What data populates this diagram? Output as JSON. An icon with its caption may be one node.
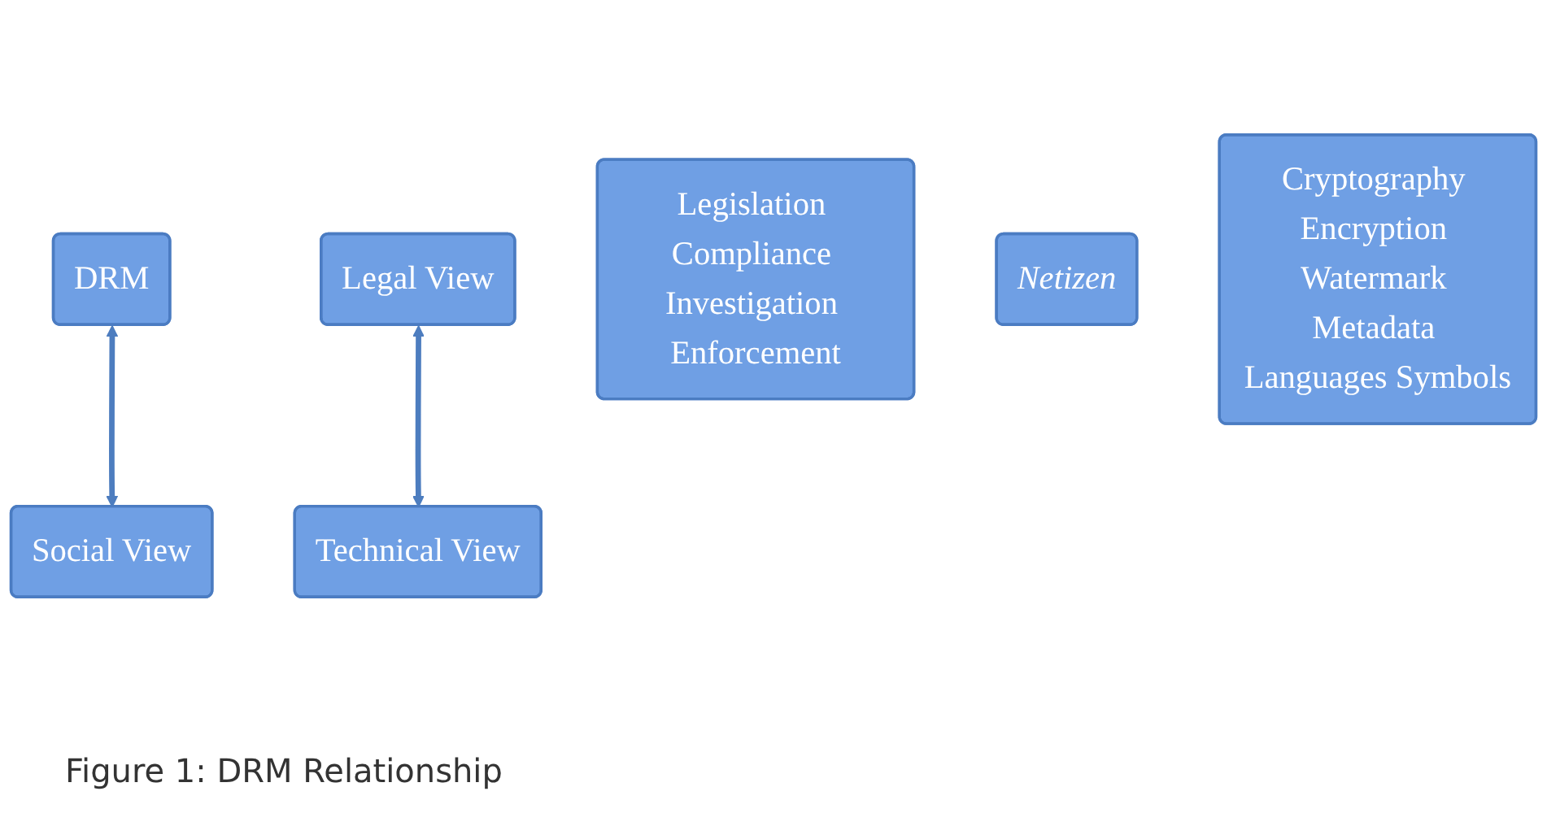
{
  "diagram": {
    "caption": "Figure 1: DRM Relationship",
    "nodes": [
      {
        "text": [
          "DRM"
        ]
      },
      {
        "text": [
          "Legal View"
        ]
      },
      {
        "text": [
          "Technical View"
        ]
      },
      {
        "text": [
          "Legislation Compliance Investigation Enforcement"
        ]
      },
      {
        "text": [
          "Social View"
        ]
      },
      {
        "text": [
          "Netizen"
        ]
      },
      {
        "text": [
          "Cryptography Encryption Watermark Metadata Languages Symbols"
        ]
      }
    ],
    "edges": [
      {
        "from": 0,
        "to": 4,
        "arrow": "both"
      },
      {
        "from": 1,
        "to": 2,
        "arrow": "both"
      }
    ]
  }
}
